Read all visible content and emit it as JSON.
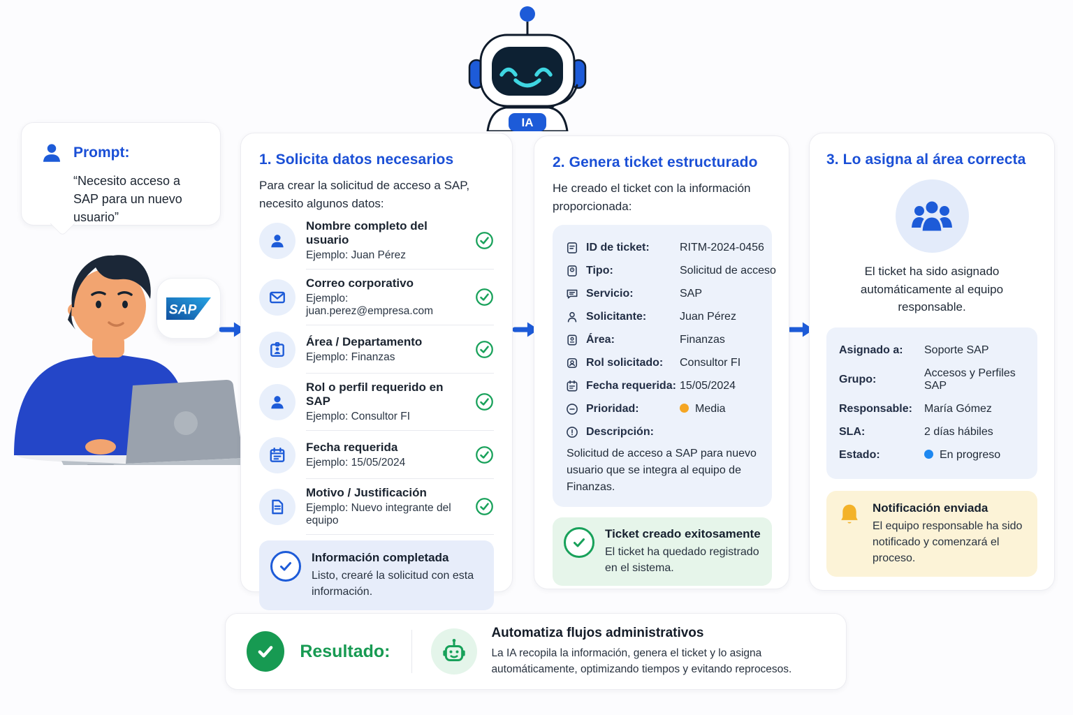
{
  "colors": {
    "accent_blue": "#1a4fd6",
    "icon_blue": "#1d5bd8",
    "green": "#18a15a",
    "priority_dot": "#f5a623",
    "status_dot": "#1e88f0",
    "notification_amber": "#f3b229"
  },
  "robot": {
    "badge": "IA"
  },
  "prompt": {
    "title": "Prompt:",
    "quote": "“Necesito acceso a SAP para un nuevo usuario”"
  },
  "sap": {
    "logo": "SAP"
  },
  "card1": {
    "title": "1.  Solicita datos necesarios",
    "intro": "Para crear la solicitud de acceso a SAP, necesito algunos datos:",
    "fields": [
      {
        "icon": "user-icon",
        "label": "Nombre completo del usuario",
        "example": "Ejemplo: Juan Pérez"
      },
      {
        "icon": "mail-icon",
        "label": "Correo corporativo",
        "example": "Ejemplo: juan.perez@empresa.com"
      },
      {
        "icon": "id-card-icon",
        "label": "Área / Departamento",
        "example": "Ejemplo: Finanzas"
      },
      {
        "icon": "user-icon",
        "label": "Rol o perfil requerido en SAP",
        "example": "Ejemplo: Consultor FI"
      },
      {
        "icon": "calendar-icon",
        "label": "Fecha requerida",
        "example": "Ejemplo: 15/05/2024"
      },
      {
        "icon": "document-icon",
        "label": "Motivo / Justificación",
        "example": "Ejemplo: Nuevo integrante del equipo"
      }
    ],
    "footer": {
      "title": "Información completada",
      "text": "Listo, crearé la solicitud con esta información."
    }
  },
  "card2": {
    "title": "2.  Genera ticket estructurado",
    "intro": "He creado el ticket con la información proporcionada:",
    "rows": [
      {
        "label": "ID de ticket:",
        "value": "RITM-2024-0456"
      },
      {
        "label": "Tipo:",
        "value": "Solicitud de acceso"
      },
      {
        "label": "Servicio:",
        "value": "SAP"
      },
      {
        "label": "Solicitante:",
        "value": "Juan Pérez"
      },
      {
        "label": "Área:",
        "value": "Finanzas"
      },
      {
        "label": "Rol solicitado:",
        "value": "Consultor FI"
      },
      {
        "label": "Fecha requerida:",
        "value": "15/05/2024"
      },
      {
        "label": "Prioridad:",
        "value": "Media"
      }
    ],
    "description_label": "Descripción:",
    "description": "Solicitud de acceso a SAP para nuevo usuario que se integra al equipo de Finanzas.",
    "footer": {
      "title": "Ticket creado exitosamente",
      "text": "El ticket ha quedado registrado en el sistema."
    }
  },
  "card3": {
    "title": "3.  Lo asigna al área correcta",
    "intro": "El ticket ha sido asignado automáticamente al equipo responsable.",
    "rows": [
      {
        "label": "Asignado a:",
        "value": "Soporte SAP"
      },
      {
        "label": "Grupo:",
        "value": "Accesos y Perfiles SAP"
      },
      {
        "label": "Responsable:",
        "value": "María Gómez"
      },
      {
        "label": "SLA:",
        "value": "2 días hábiles"
      },
      {
        "label": "Estado:",
        "value": "En progreso"
      }
    ],
    "notification": {
      "title": "Notificación enviada",
      "text": "El equipo responsable ha sido notificado y comenzará el proceso."
    }
  },
  "result": {
    "label": "Resultado:",
    "title": "Automatiza flujos administrativos",
    "text": "La IA recopila la información, genera el ticket y lo asigna automáticamente, optimizando tiempos y evitando reprocesos."
  }
}
